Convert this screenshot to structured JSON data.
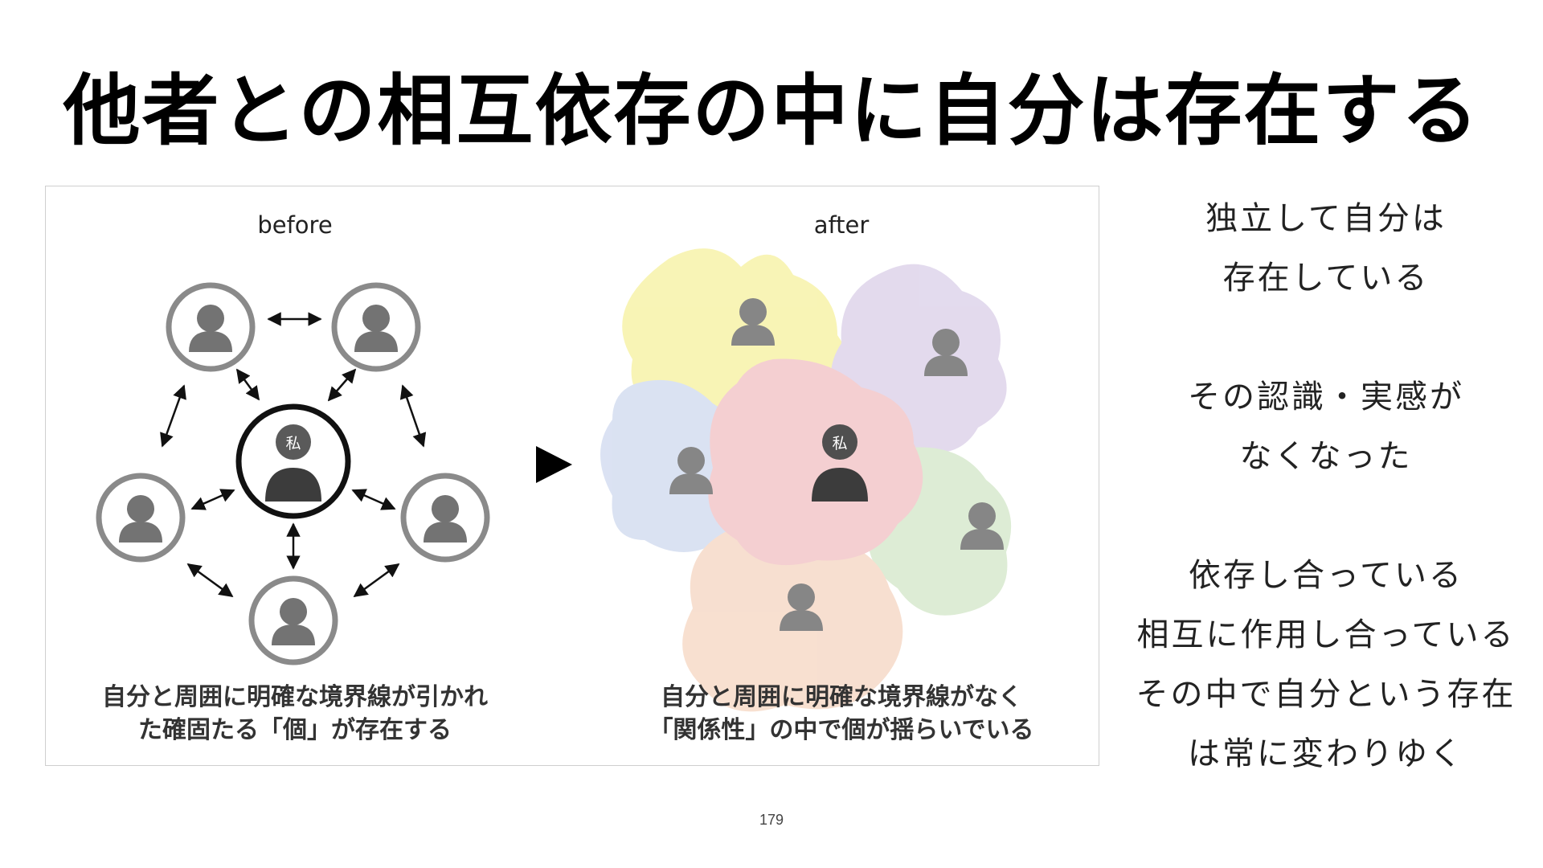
{
  "title": "他者との相互依存の中に自分は存在する",
  "diagram": {
    "before_label": "before",
    "after_label": "after",
    "self_label": "私",
    "before_caption_line1": "自分と周囲に明確な境界線が引かれ",
    "before_caption_line2": "た確固たる「個」が存在する",
    "after_caption_line1": "自分と周囲に明確な境界線がなく",
    "after_caption_line2": "「関係性」の中で個が揺らいでいる",
    "colors": {
      "yellow": "#f7f2a6",
      "purple": "#ddd3ea",
      "blue": "#d3dcf0",
      "red": "#f2c5c8",
      "green": "#d6e8cc",
      "orange": "#f6d9c6"
    }
  },
  "side_text": {
    "paragraphs": [
      [
        "独立して自分は",
        "存在している"
      ],
      [
        "その認識・実感が",
        "なくなった"
      ],
      [
        "依存し合っている",
        "相互に作用し合っている",
        "その中で自分という存在",
        "は常に変わりゆく"
      ]
    ]
  },
  "page_number": "179"
}
